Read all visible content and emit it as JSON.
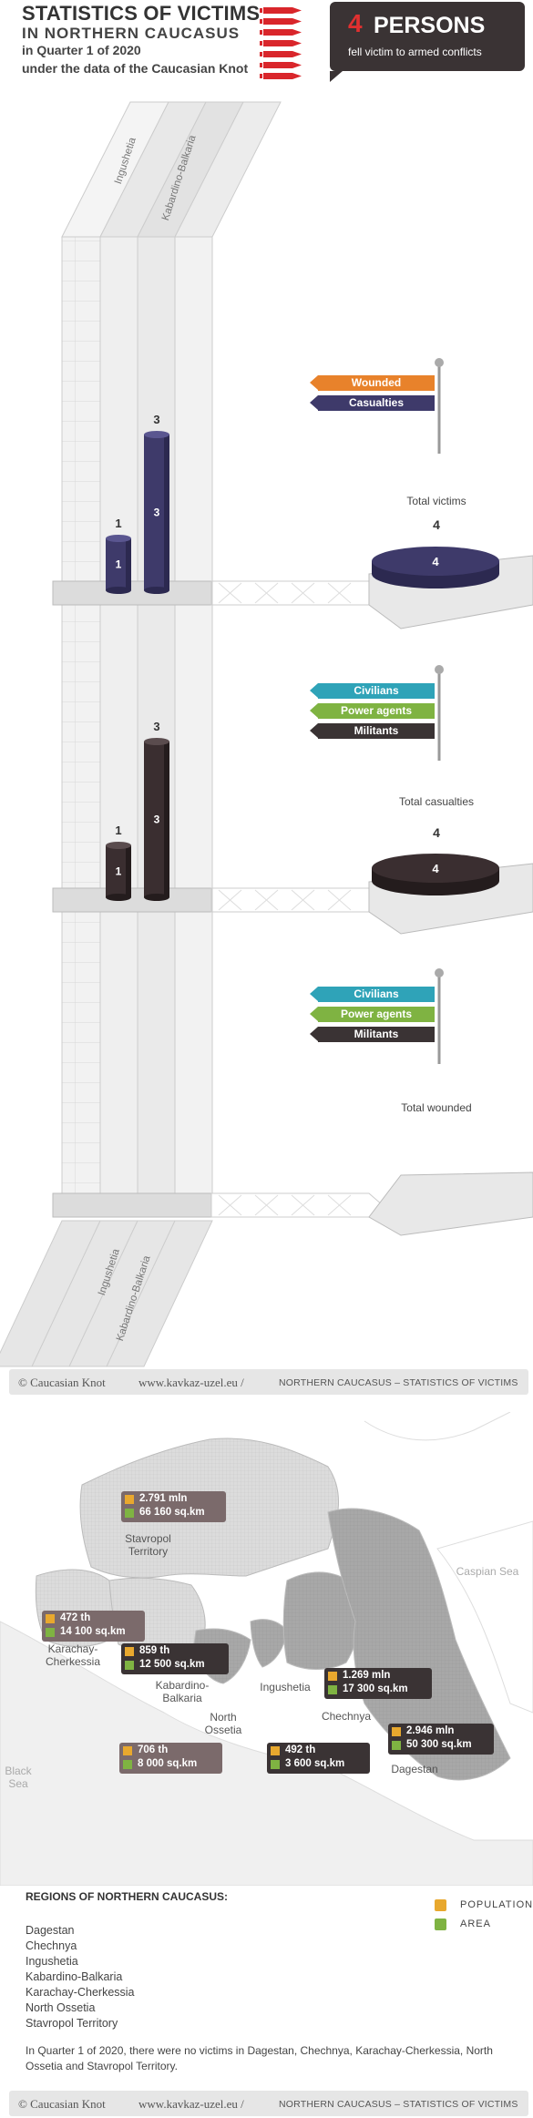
{
  "header": {
    "title_line1": "STATISTICS OF VICTIMS",
    "title_line2": "IN NORTHERN CAUCASUS",
    "title_line3": "in Quarter 1 of 2020",
    "title_line4": "under the data of the Caucasian Knot",
    "callout_number": "4",
    "callout_label": "PERSONS",
    "callout_sub": "fell victim to armed conflicts"
  },
  "columns": {
    "col1": "Ingushetia",
    "col2": "Kabardino-Balkaria"
  },
  "chart_data": [
    {
      "type": "bar",
      "title": "Total victims",
      "categories": [
        "Ingushetia",
        "Kabardino-Balkaria"
      ],
      "values": [
        1,
        3
      ],
      "total": 4,
      "legend": [
        "Wounded",
        "Casualties"
      ],
      "colors": {
        "Wounded": "#e8822b",
        "Casualties": "#3e3a6a"
      }
    },
    {
      "type": "bar",
      "title": "Total casualties",
      "categories": [
        "Ingushetia",
        "Kabardino-Balkaria"
      ],
      "values": [
        1,
        3
      ],
      "total": 4,
      "legend": [
        "Civilians",
        "Power agents",
        "Militants"
      ],
      "colors": {
        "Civilians": "#2fa3b8",
        "Power agents": "#7fb342",
        "Militants": "#3a3334"
      }
    },
    {
      "type": "bar",
      "title": "Total wounded",
      "categories": [
        "Ingushetia",
        "Kabardino-Balkaria"
      ],
      "values": [],
      "legend": [
        "Civilians",
        "Power agents",
        "Militants"
      ],
      "colors": {
        "Civilians": "#2fa3b8",
        "Power agents": "#7fb342",
        "Militants": "#3a3334"
      }
    }
  ],
  "footer": {
    "brand": "© Caucasian Knot",
    "site": "www.kavkaz-uzel.eu /",
    "section": "NORTHERN CAUCASUS – STATISTICS OF VICTIMS"
  },
  "map": {
    "regions": [
      {
        "name": "Stavropol\nTerritory",
        "population": "2.791 mln",
        "area": "66 160 sq.km"
      },
      {
        "name": "Karachay-\nCherkessia",
        "population": "472 th",
        "area": "14 100 sq.km"
      },
      {
        "name": "Kabardino-\nBalkaria",
        "population": "859 th",
        "area": "12 500 sq.km"
      },
      {
        "name": "North\nOssetia",
        "population": "706 th",
        "area": "8 000 sq.km"
      },
      {
        "name": "Ingushetia",
        "population": "492 th",
        "area": "3 600 sq.km"
      },
      {
        "name": "Chechnya",
        "population": "1.269 mln",
        "area": "17 300 sq.km"
      },
      {
        "name": "Dagestan",
        "population": "2.946 mln",
        "area": "50 300 sq.km"
      }
    ],
    "sea_caspian": "Caspian Sea",
    "sea_black": "Black\nSea",
    "legend_population": "POPULATION",
    "legend_area": "AREA"
  },
  "regions_block": {
    "title": "REGIONS OF NORTHERN CAUCASUS:",
    "list": [
      "Dagestan",
      "Chechnya",
      "Ingushetia",
      "Kabardino-Balkaria",
      "Karachay-Cherkessia",
      "North Ossetia",
      "Stavropol Territory"
    ],
    "note": "In Quarter 1 of 2020, there were no victims in Dagestan, Chechnya,  Karachay-Cherkessia, North Ossetia and Stavropol Territory."
  }
}
